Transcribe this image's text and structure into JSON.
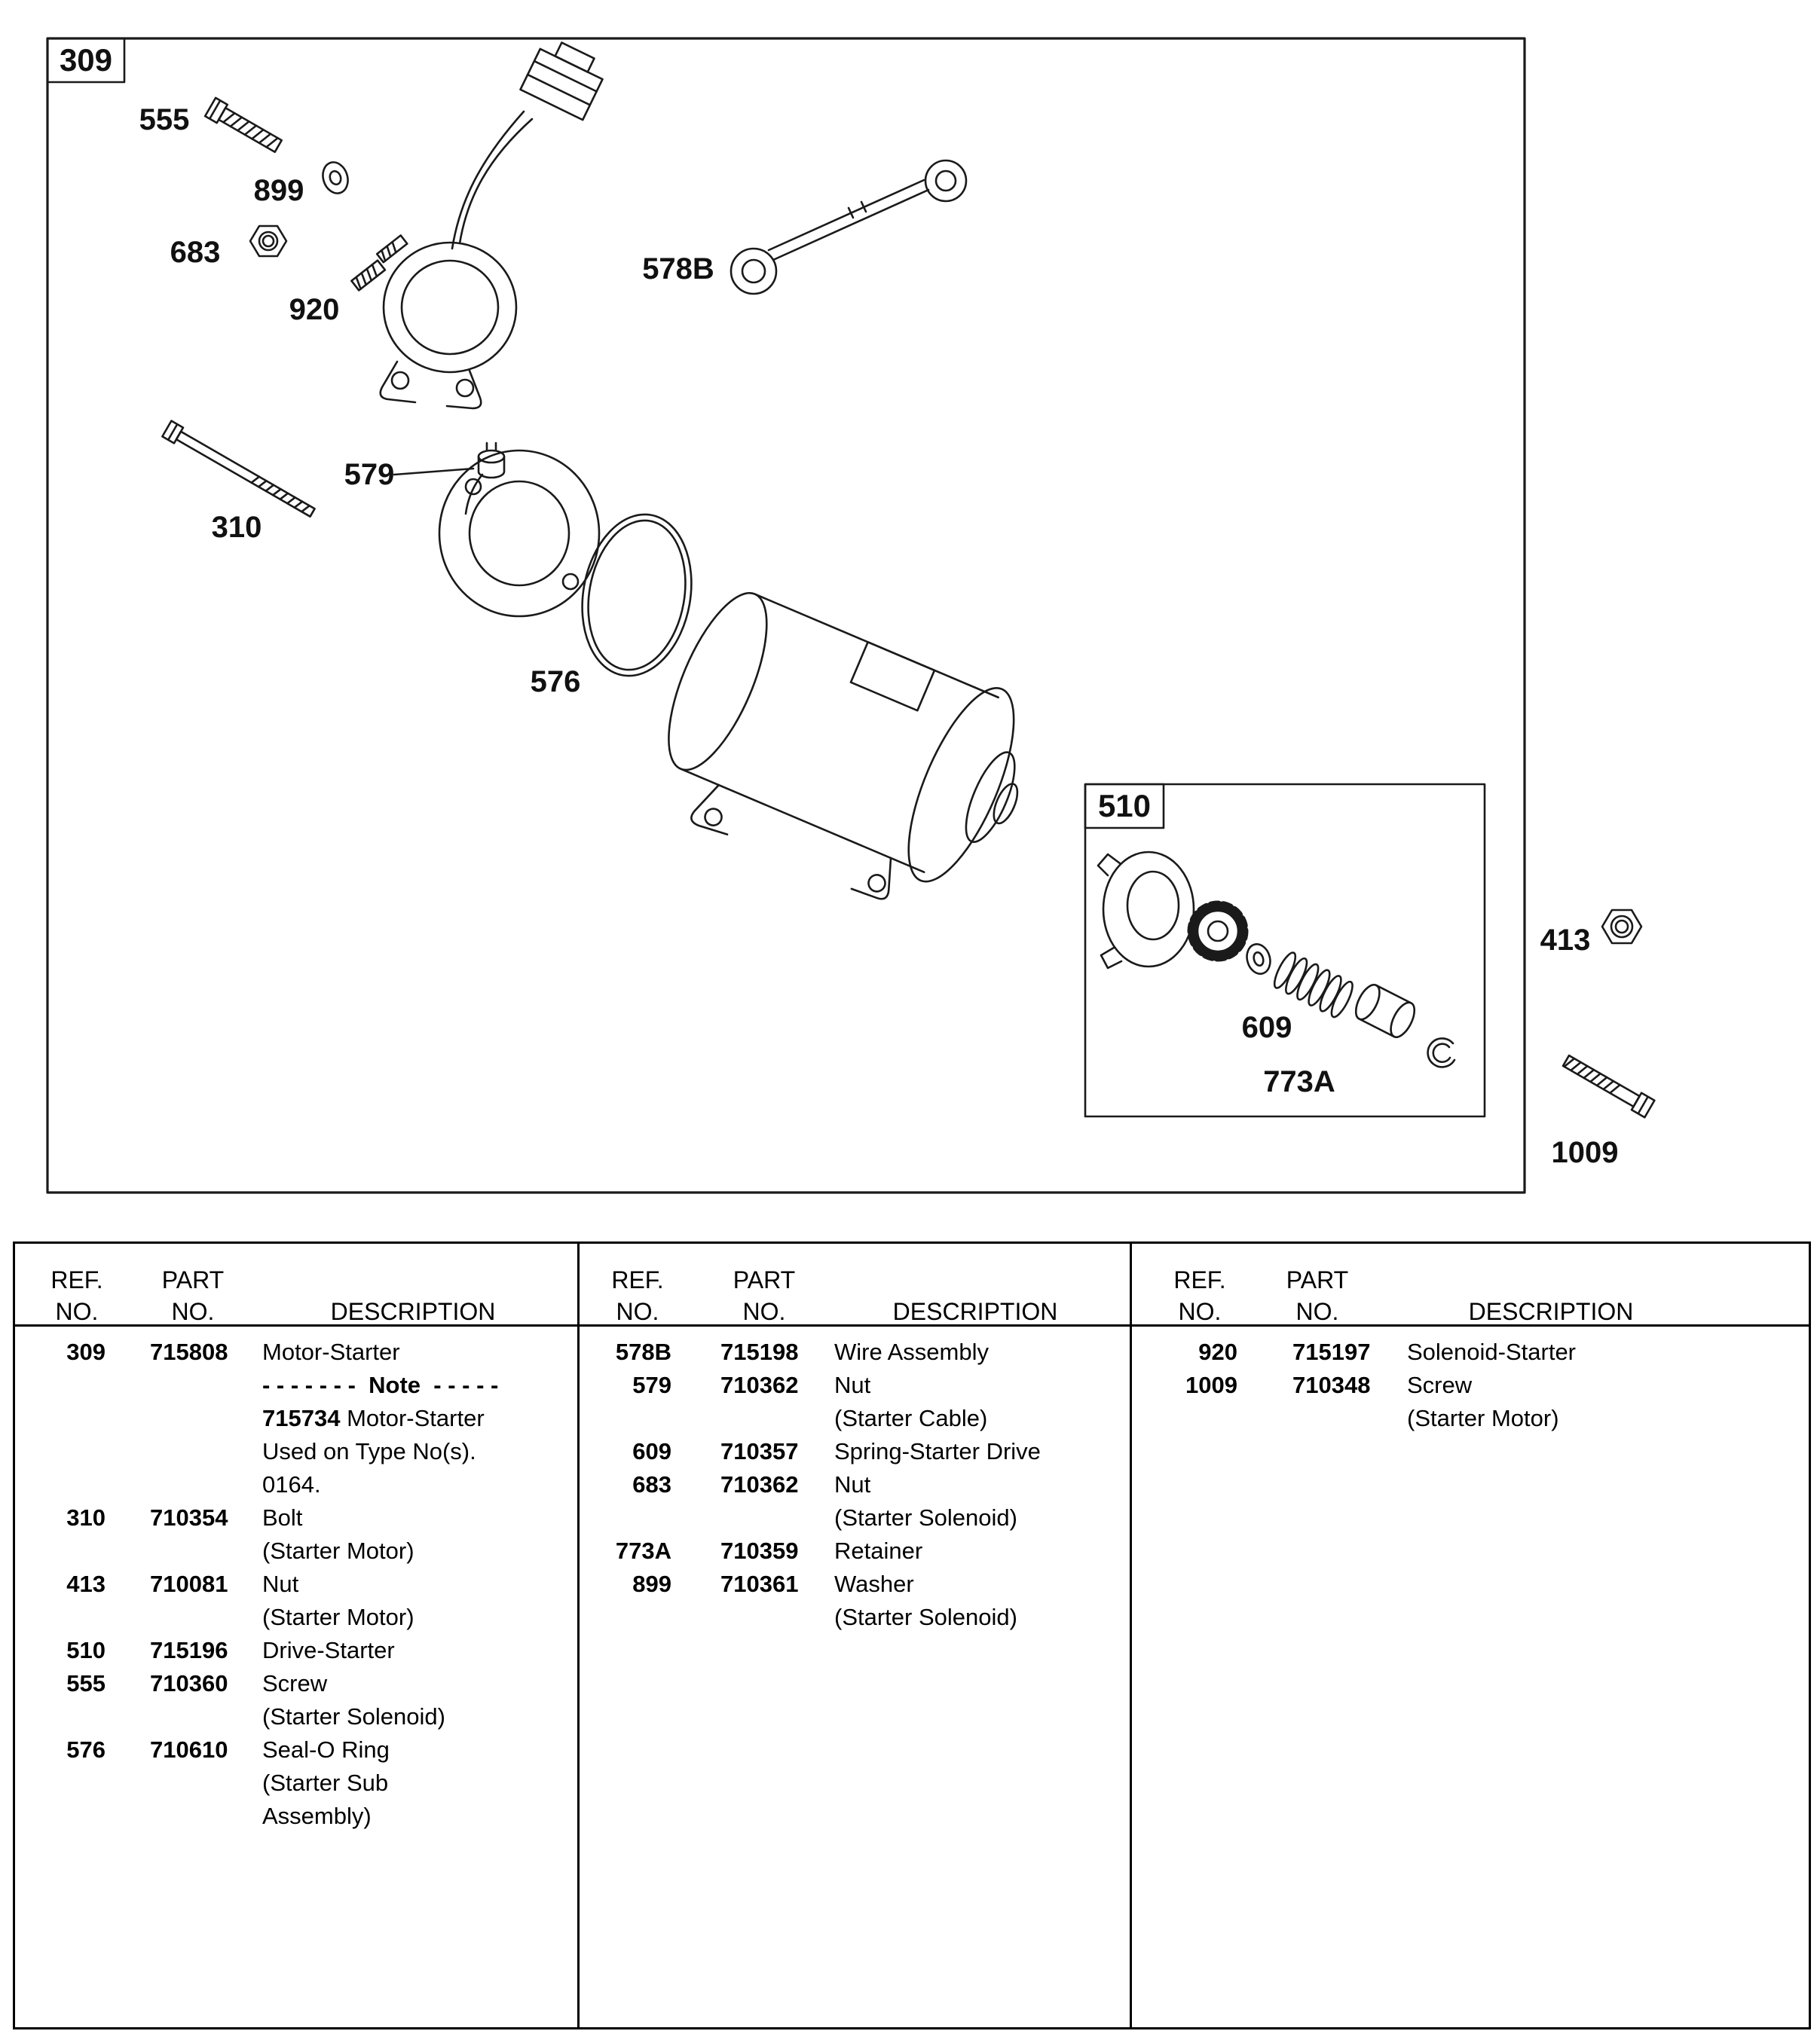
{
  "diagram": {
    "frame_ref": "309",
    "inset_ref": "510",
    "labels": {
      "l555": "555",
      "l899": "899",
      "l683": "683",
      "l920": "920",
      "l578B": "578B",
      "l579": "579",
      "l310": "310",
      "l576": "576",
      "l609": "609",
      "l773A": "773A",
      "l413": "413",
      "l1009": "1009"
    }
  },
  "table": {
    "headers": {
      "ref_top": "REF.",
      "no": "NO.",
      "part_top": "PART",
      "description": "DESCRIPTION"
    },
    "columns": [
      {
        "lines": [
          {
            "ref": "309",
            "part": "715808",
            "desc": "Motor-Starter"
          },
          {
            "descbold": "- - - - - - -  Note  - - - - -"
          },
          {
            "descbold": "715734",
            "desc": " Motor-Starter"
          },
          {
            "desc": "Used on Type No(s)."
          },
          {
            "desc": "0164."
          },
          {
            "ref": "310",
            "part": "710354",
            "desc": "Bolt"
          },
          {
            "desc": "(Starter Motor)"
          },
          {
            "ref": "413",
            "part": "710081",
            "desc": "Nut"
          },
          {
            "desc": "(Starter Motor)"
          },
          {
            "ref": "510",
            "part": "715196",
            "desc": "Drive-Starter"
          },
          {
            "ref": "555",
            "part": "710360",
            "desc": "Screw"
          },
          {
            "desc": "(Starter Solenoid)"
          },
          {
            "ref": "576",
            "part": "710610",
            "desc": "Seal-O Ring"
          },
          {
            "desc": "(Starter Sub"
          },
          {
            "desc": "Assembly)"
          }
        ]
      },
      {
        "lines": [
          {
            "ref": "578B",
            "part": "715198",
            "desc": "Wire Assembly"
          },
          {
            "ref": "579",
            "part": "710362",
            "desc": "Nut"
          },
          {
            "desc": "(Starter Cable)"
          },
          {
            "ref": "609",
            "part": "710357",
            "desc": "Spring-Starter Drive"
          },
          {
            "ref": "683",
            "part": "710362",
            "desc": "Nut"
          },
          {
            "desc": "(Starter Solenoid)"
          },
          {
            "ref": "773A",
            "part": "710359",
            "desc": "Retainer"
          },
          {
            "ref": "899",
            "part": "710361",
            "desc": "Washer"
          },
          {
            "desc": "(Starter Solenoid)"
          }
        ]
      },
      {
        "lines": [
          {
            "ref": "920",
            "part": "715197",
            "desc": "Solenoid-Starter"
          },
          {
            "ref": "1009",
            "part": "710348",
            "desc": "Screw"
          },
          {
            "desc": "(Starter Motor)"
          }
        ]
      }
    ]
  }
}
